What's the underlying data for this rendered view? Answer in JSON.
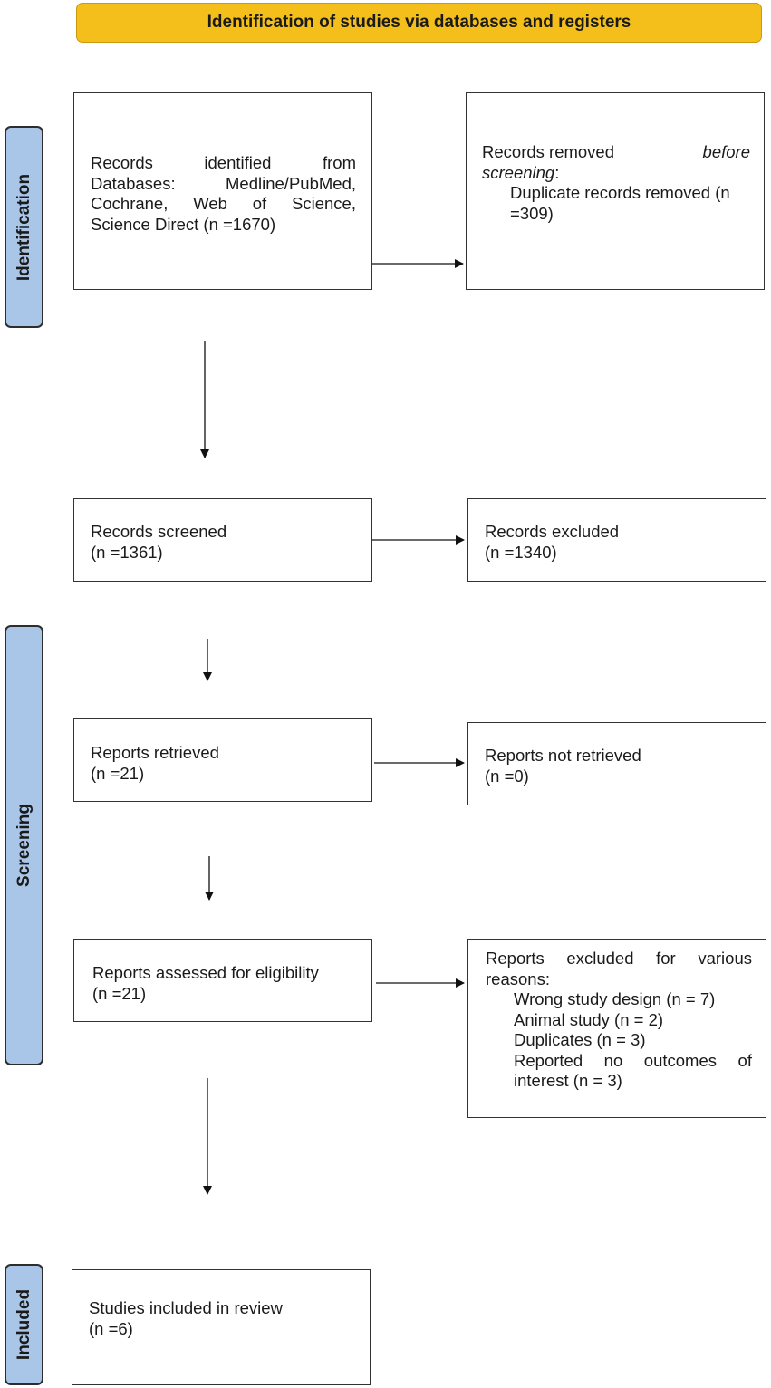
{
  "header": {
    "title": "Identification of studies via databases and registers"
  },
  "stages": {
    "identification": "Identification",
    "screening": "Screening",
    "included": "Included"
  },
  "boxes": {
    "identified": {
      "lines": [
        "Records identified from",
        "Databases: Medline/PubMed,",
        "Cochrane, Web of Science,",
        "Science Direct (n =1670)"
      ]
    },
    "removed": {
      "line1_a": "Records removed",
      "line1_b": "before",
      "line2_a": "screening",
      "line2_b": ":",
      "item_line1": "Duplicate records removed (n",
      "item_line2": "=309)"
    },
    "screened": {
      "label": "Records screened",
      "count": "(n =1361)"
    },
    "excluded": {
      "label": "Records excluded",
      "count": "(n =1340)"
    },
    "retrieved": {
      "label": "Reports retrieved",
      "count": "(n =21)"
    },
    "not_retrieved": {
      "label": "Reports not retrieved",
      "count": "(n =0)"
    },
    "assessed": {
      "label": "Reports assessed for eligibility",
      "count": "(n =21)"
    },
    "reports_excluded": {
      "line1": "Reports excluded for various",
      "line2": "reasons:",
      "reasons": [
        "Wrong study design (n = 7)",
        "Animal study (n = 2)",
        "Duplicates (n = 3)",
        "Reported no outcomes of",
        "interest (n = 3)"
      ]
    },
    "included": {
      "label": "Studies included in review",
      "count": "(n =6)"
    }
  }
}
